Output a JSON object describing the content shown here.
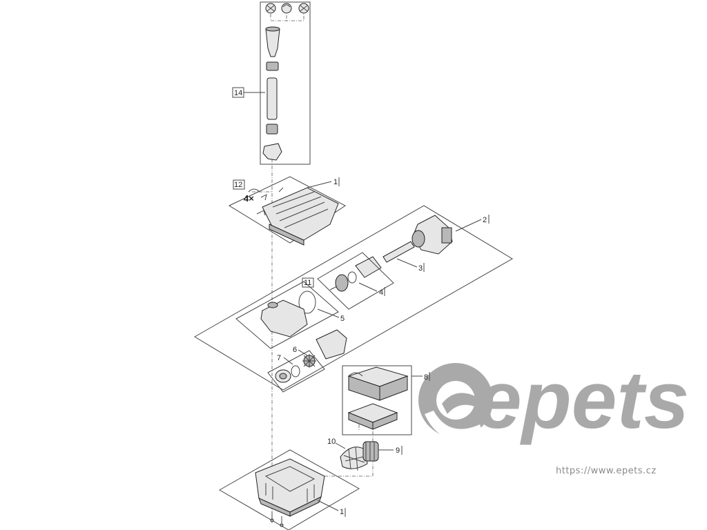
{
  "diagram": {
    "callouts": {
      "c14": "14",
      "c12": "12",
      "c1_top": "1",
      "c2": "2",
      "c3": "3",
      "c11": "11",
      "c4": "4",
      "c5": "5",
      "c6": "6",
      "c7": "7",
      "c8": "8",
      "c10": "10",
      "c9": "9",
      "c1_bottom": "1"
    },
    "multiplier": "4×"
  },
  "watermark": {
    "logo_text": "epets",
    "url": "https://www.epets.cz"
  }
}
